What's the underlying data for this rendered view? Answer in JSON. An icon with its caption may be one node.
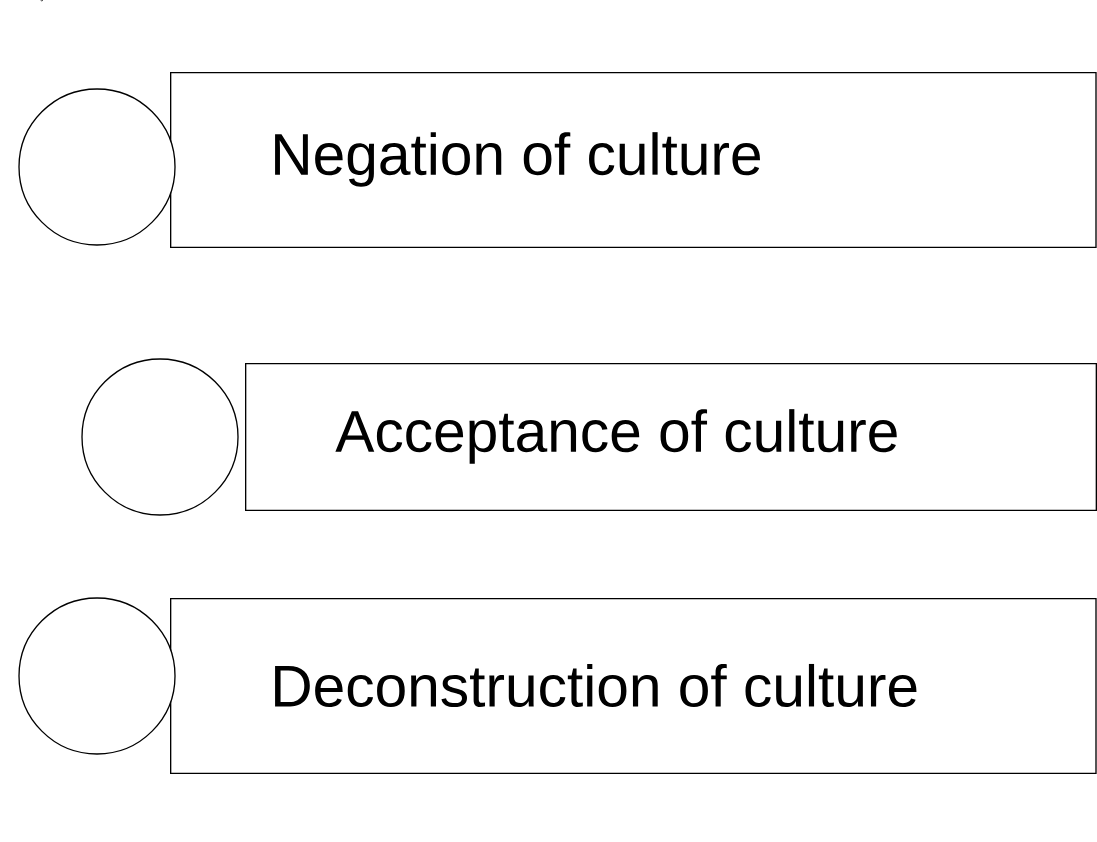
{
  "diagram": {
    "nodes": [
      {
        "text": [
          "Negation of culture"
        ]
      },
      {
        "text": [
          "Acceptance of culture"
        ]
      },
      {
        "text": [
          "Deconstruction of culture"
        ]
      },
      {
        "text": [],
        "shape": "circle"
      },
      {
        "text": [],
        "shape": "circle"
      },
      {
        "text": [],
        "shape": "circle"
      }
    ]
  }
}
